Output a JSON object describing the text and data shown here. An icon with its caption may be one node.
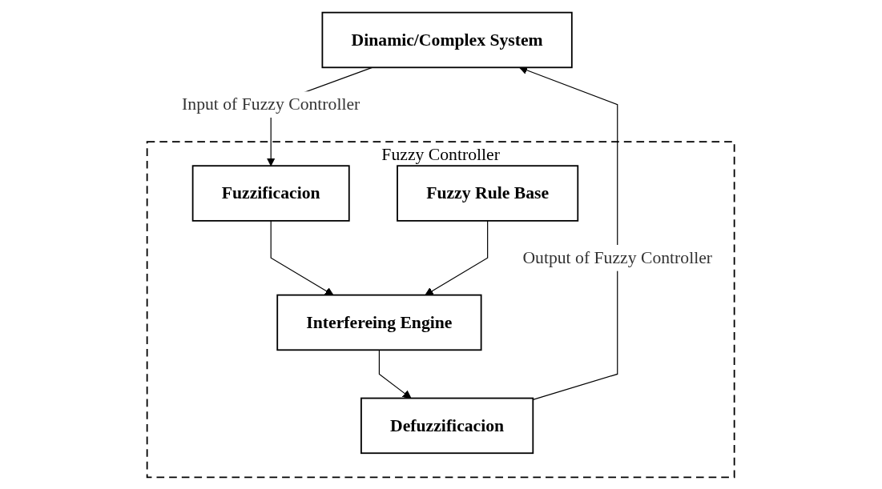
{
  "diagram": {
    "nodes": [
      {
        "text": [
          "Dinamic/Complex System"
        ]
      },
      {
        "text": [
          "Fuzzy Controller"
        ]
      },
      {
        "text": [
          "Defuzzificacion"
        ],
        "in": 1
      },
      {
        "text": [
          "Interfereing Engine"
        ],
        "in": 1
      },
      {
        "text": [
          "Fuzzificacion"
        ],
        "in": 1
      },
      {
        "text": [
          "Fuzzy Rule Base"
        ],
        "in": 1
      }
    ],
    "edges": [
      {
        "from": 2,
        "to": 0,
        "arrow": "to",
        "label": "Output of Fuzzy Controller"
      },
      {
        "from": 0,
        "to": 4,
        "arrow": "to",
        "label": "Input of Fuzzy Controller"
      },
      {
        "from": 4,
        "to": 3,
        "arrow": "to"
      },
      {
        "from": 3,
        "to": 2,
        "arrow": "to"
      },
      {
        "from": 5,
        "to": 3,
        "arrow": "to"
      }
    ]
  }
}
